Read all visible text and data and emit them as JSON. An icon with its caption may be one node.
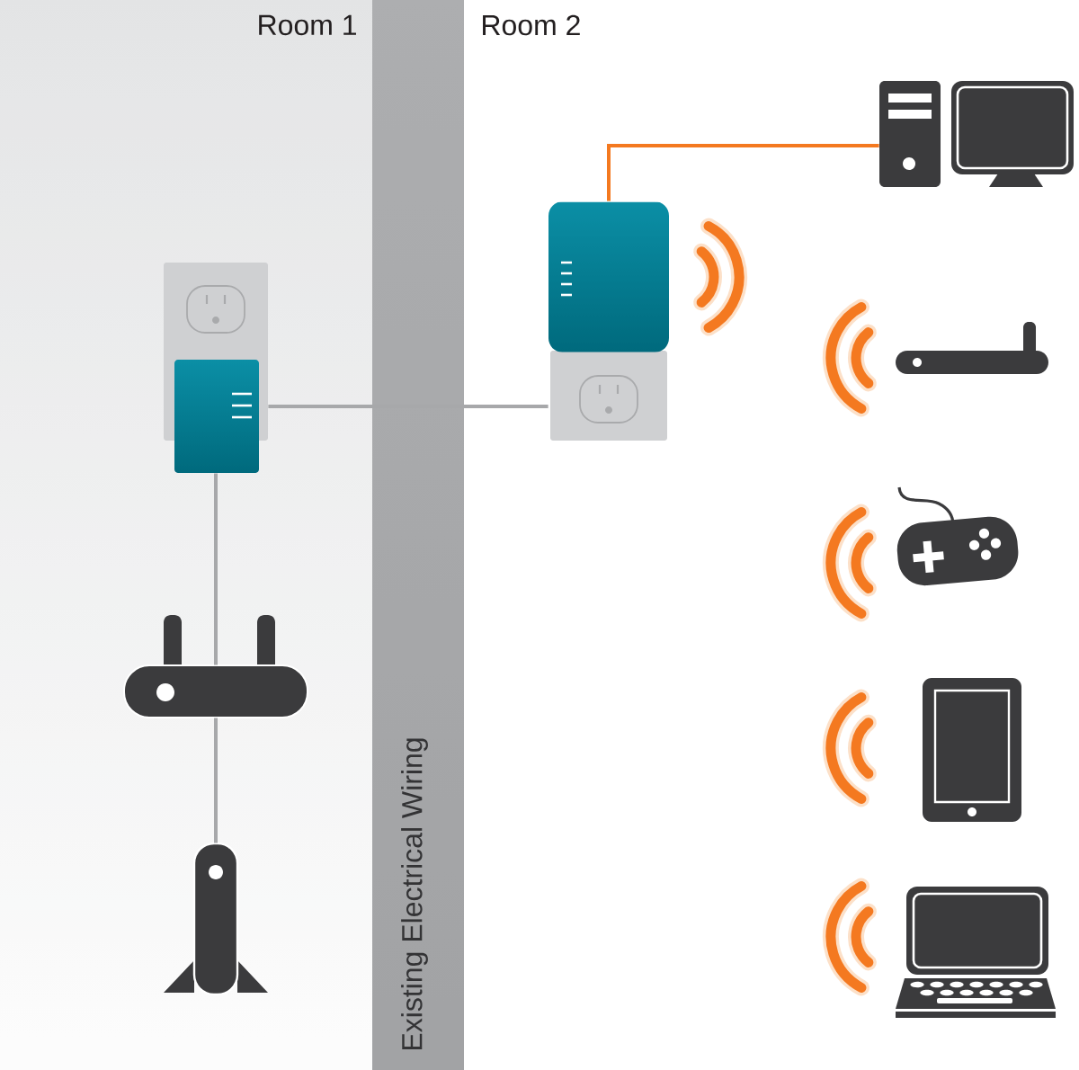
{
  "diagram": {
    "nodes": [
      {
        "text": [],
        "shape": "picture"
      },
      {
        "text": [],
        "shape": "picture"
      },
      {
        "text": [],
        "shape": "picture"
      },
      {
        "text": [],
        "shape": "picture"
      },
      {
        "text": [],
        "shape": "picture"
      },
      {
        "text": [],
        "shape": "picture"
      },
      {
        "text": [],
        "shape": "picture"
      },
      {
        "text": [],
        "shape": "picture"
      },
      {
        "text": [],
        "shape": "picture"
      }
    ],
    "edges": [
      {
        "from": 0,
        "to": 3,
        "arrow": "none"
      },
      {
        "from": 0,
        "to": 1,
        "arrow": "none"
      },
      {
        "from": 1,
        "to": 2,
        "arrow": "none"
      },
      {
        "from": 3,
        "to": 4,
        "arrow": "none",
        "color": "#f47920"
      }
    ],
    "labels": [
      "Room 1",
      "Room 2",
      "Existing Electrical Wiring"
    ]
  }
}
